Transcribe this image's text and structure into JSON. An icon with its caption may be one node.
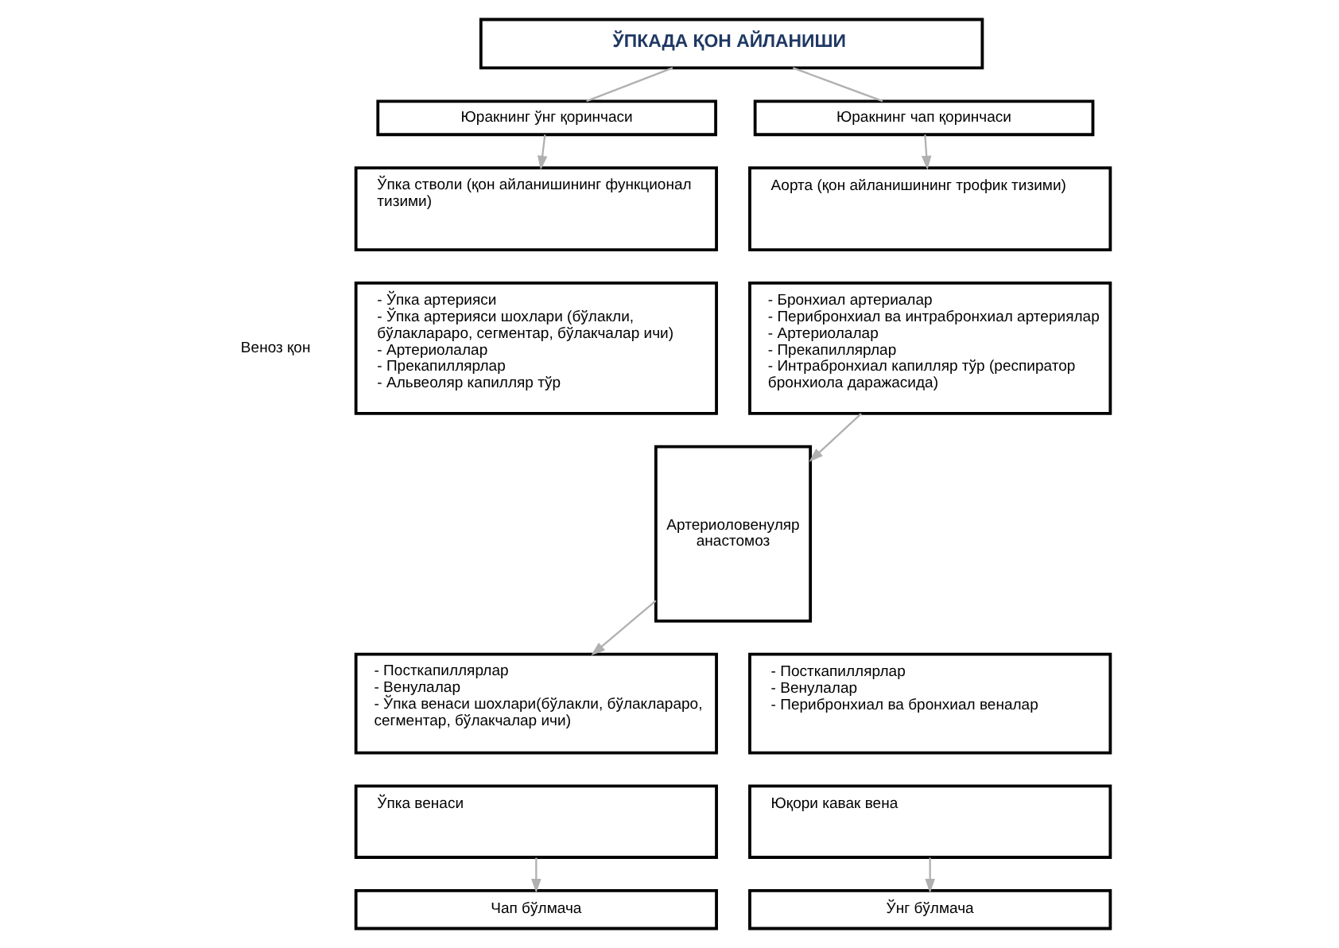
{
  "diagram": {
    "nodes": [
      {
        "text": [
          "ЎПКАДА ҚОН АЙЛАНИШИ"
        ]
      },
      {
        "text": [
          "Юракнинг ўнг қоринчаси"
        ]
      },
      {
        "text": [
          "Юракнинг чап қоринчаси"
        ]
      },
      {
        "text": [
          "Ўпка стволи (қон айланишининг функционал тизими)"
        ]
      },
      {
        "text": [
          "- Ўпка артерияси",
          "- Ўпка артерияси шохлари (бўлакли, бўлаклараро, сегментар, бўлакчалар ичи)",
          "- Артериолалар",
          "- Прекапиллярлар",
          "- Альвеоляр капилляр тўр"
        ]
      },
      {
        "text": [
          "- Посткапиллярлар",
          "- Венулалар",
          "- Ўпка венаси шохлари(бўлакли, бўлаклараро, сегментар, бўлакчалар ичи)"
        ]
      },
      {
        "text": [
          "Ўпка венаси"
        ]
      },
      {
        "text": [
          "Чап бўлмача"
        ]
      },
      {
        "text": [
          "Артериоловенуляр анастомоз"
        ]
      },
      {
        "text": [
          "Аорта (қон айланишининг трофик тизими)"
        ]
      },
      {
        "text": [
          "- Бронхиал артериалар",
          "- Перибронхиал ва интрабронхиал артериялар",
          "- Артериолалар",
          "- Прекапиллярлар",
          "- Интрабронхиал капилляр тўр (респиратор бронхиола даражасида)"
        ]
      },
      {
        "text": [
          "- Посткапиллярлар",
          "- Венулалар",
          "- Перибронхиал ва бронхиал веналар"
        ]
      },
      {
        "text": [
          "Юқори кавак вена"
        ]
      },
      {
        "text": [
          "Ўнг бўлмача"
        ]
      }
    ],
    "edges": [
      {
        "from": 0,
        "to": 1,
        "arrow": "none"
      },
      {
        "from": 0,
        "to": 2,
        "arrow": "none"
      },
      {
        "from": 1,
        "to": 3,
        "arrow": "to"
      },
      {
        "from": 2,
        "to": 9,
        "arrow": "to"
      },
      {
        "from": 10,
        "to": 8,
        "arrow": "to"
      },
      {
        "from": 8,
        "to": 5,
        "arrow": "to"
      },
      {
        "from": 6,
        "to": 7,
        "arrow": "to"
      },
      {
        "from": 12,
        "to": 13,
        "arrow": "to"
      }
    ],
    "labels": [
      "Веноз қон"
    ]
  }
}
